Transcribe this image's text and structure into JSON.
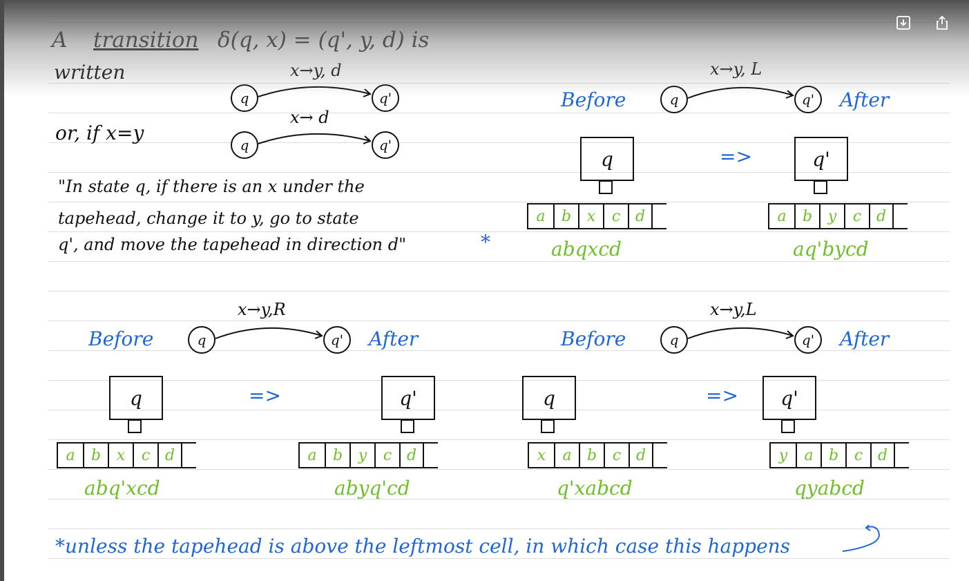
{
  "toolbar": {
    "download_icon": "download-icon",
    "share_icon": "share-icon"
  },
  "colors": {
    "ink": "#111111",
    "blue": "#1f67d6",
    "green": "#6fbf2a"
  },
  "header": {
    "prefix": "A",
    "transition_word": "transition",
    "formula": "δ(q, x) = (q', y, d) is",
    "written": "written"
  },
  "notation": {
    "arrow1_label": "x→y, d",
    "arrow2_label": "x→ d",
    "or_text": "or, if x=y",
    "state_from": "q",
    "state_to": "q'"
  },
  "explanation": {
    "line1": "\"In state q, if there is an x under the",
    "line2": "tapehead, change it to y, go to state",
    "line3": "q', and move the tapehead in direction d\"",
    "asterisk": "*"
  },
  "examples": [
    {
      "arrow_label": "x→y, L",
      "before": "Before",
      "after": "After",
      "state_from": "q",
      "state_to": "q'",
      "implies": "=>",
      "before_head": "q",
      "after_head": "q'",
      "before_tape": [
        "a",
        "b",
        "x",
        "c",
        "d"
      ],
      "after_tape": [
        "a",
        "b",
        "y",
        "c",
        "d"
      ],
      "before_config": "abqxcd",
      "after_config": "aq'bycd"
    },
    {
      "arrow_label": "x→y,R",
      "before": "Before",
      "after": "After",
      "state_from": "q",
      "state_to": "q'",
      "implies": "=>",
      "before_head": "q",
      "after_head": "q'",
      "before_tape": [
        "a",
        "b",
        "x",
        "c",
        "d"
      ],
      "after_tape": [
        "a",
        "b",
        "y",
        "c",
        "d"
      ],
      "before_config": "abq'xcd",
      "after_config": "abyq'cd"
    },
    {
      "arrow_label": "x→y,L",
      "before": "Before",
      "after": "After",
      "state_from": "q",
      "state_to": "q'",
      "implies": "=>",
      "before_head": "q",
      "after_head": "q'",
      "before_tape": [
        "x",
        "a",
        "b",
        "c",
        "d"
      ],
      "after_tape": [
        "y",
        "a",
        "b",
        "c",
        "d"
      ],
      "before_config": "q'xabcd",
      "after_config": "qyabcd"
    }
  ],
  "footnote": "*unless the tapehead is above the leftmost cell, in which case this happens"
}
